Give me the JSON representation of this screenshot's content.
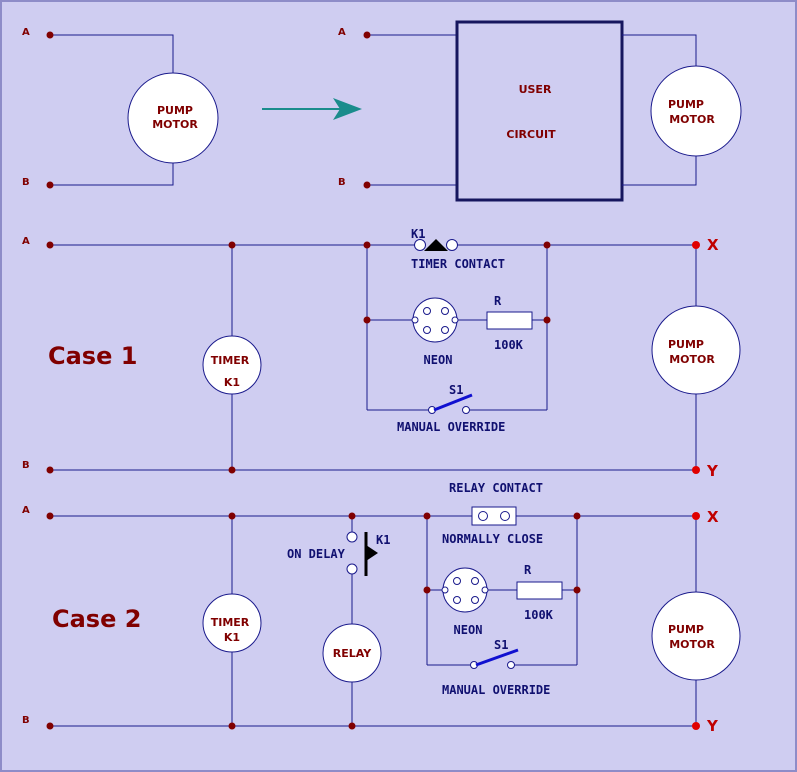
{
  "top": {
    "a": "A",
    "b": "B",
    "pump_line1": "PUMP",
    "pump_line2": "MOTOR",
    "user_line1": "USER",
    "user_line2": "CIRCUIT"
  },
  "case1": {
    "title": "Case 1",
    "a": "A",
    "b": "B",
    "x": "X",
    "y": "Y",
    "timer_line1": "TIMER",
    "timer_line2": "K1",
    "k1": "K1",
    "timer_contact": "TIMER CONTACT",
    "neon": "NEON",
    "r": "R",
    "r_value": "100K",
    "s1": "S1",
    "manual_override": "MANUAL OVERRIDE",
    "pump_line1": "PUMP",
    "pump_line2": "MOTOR"
  },
  "case2": {
    "title": "Case 2",
    "a": "A",
    "b": "B",
    "x": "X",
    "y": "Y",
    "timer_line1": "TIMER",
    "timer_line2": "K1",
    "k1": "K1",
    "on_delay": "ON DELAY",
    "relay": "RELAY",
    "relay_contact": "RELAY CONTACT",
    "normally_close": "NORMALLY CLOSE",
    "neon": "NEON",
    "r": "R",
    "r_value": "100K",
    "s1": "S1",
    "manual_override": "MANUAL OVERRIDE",
    "pump_line1": "PUMP",
    "pump_line2": "MOTOR"
  },
  "colors": {
    "wire": "#1a1a8c",
    "label": "#800000",
    "arrow": "#1a8c8c",
    "terminal_xy": "#e00000",
    "switch": "#1010d0"
  },
  "icons": {
    "arrow": "right-arrow-icon"
  }
}
